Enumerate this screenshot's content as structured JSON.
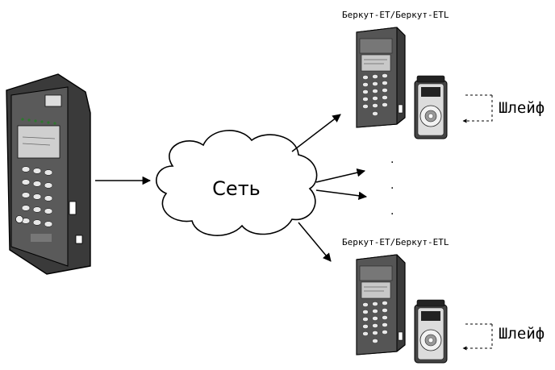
{
  "network": {
    "label": "Сеть"
  },
  "remote_top": {
    "title": "Беркут-ET/Беркут-ETL",
    "loop_label": "Шлейф"
  },
  "remote_bottom": {
    "title": "Беркут-ET/Беркут-ETL",
    "loop_label": "Шлейф"
  },
  "ellipsis": [
    ".",
    ".",
    "."
  ]
}
